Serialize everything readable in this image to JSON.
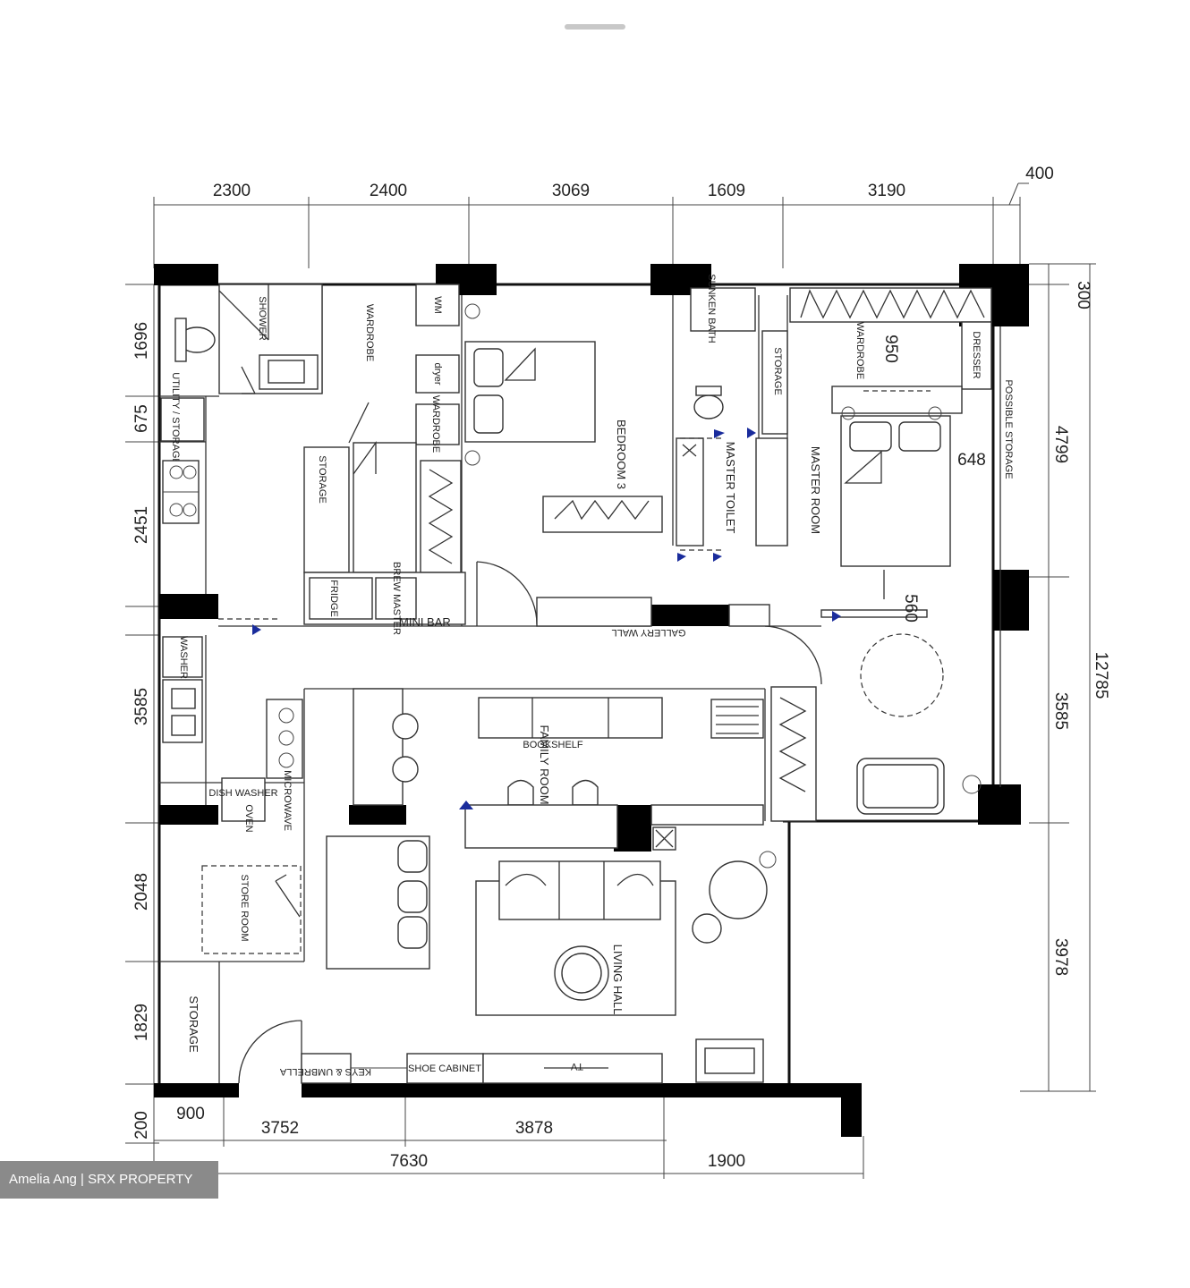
{
  "window": {
    "handle_icon": "drag-handle-icon"
  },
  "dimensions": {
    "top": [
      "2300",
      "2400",
      "3069",
      "1609",
      "3190",
      "400"
    ],
    "left": [
      "1696",
      "675",
      "2451",
      "3585",
      "2048",
      "1829",
      "200"
    ],
    "right": [
      "300",
      "4799",
      "3585",
      "3978",
      "12785"
    ],
    "bottom_row1": [
      "900",
      "3752",
      "3878"
    ],
    "bottom_row2": [
      "7630",
      "1900"
    ],
    "inner": {
      "wardrobe_width": "950",
      "bed_gap": "648",
      "door_gap": "560"
    }
  },
  "rooms": {
    "bedroom3": "BEDROOM 3",
    "master_toilet": "MASTER TOILET",
    "master_room": "MASTER ROOM",
    "living_hall": "LIVING HALL",
    "family_room": "FAMILY ROOM",
    "store_room": "STORE ROOM",
    "storage_west": "STORAGE",
    "mini_bar": "MINI BAR",
    "gallery_wall": "GALLERY WALL"
  },
  "fixtures": {
    "shower": "SHOWER",
    "wardrobe_top": "WARDROBE",
    "wm": "WM",
    "dryer": "dryer",
    "wardrobe_b3": "WARDROBE",
    "storage_cabinet": "STORAGE",
    "fridge": "FRIDGE",
    "brew_master": "BREW MASTER",
    "sunken_bath": "SUNKEN BATH",
    "storage_mt": "STORAGE",
    "wardrobe_mr": "WARDROBE",
    "dresser": "DRESSER",
    "possible_storage": "POSSIBLE STORAGE",
    "utility_storage": "UTILITY / STORAGE",
    "washer": "WASHER",
    "dish_washer": "DISH WASHER",
    "oven": "OVEN",
    "microwave": "MICROWAVE",
    "shoe_cabinet": "SHOE CABINET",
    "keys_umbrella": "KEYS & UMBRELLA",
    "tv": "TV",
    "bookshelf": "BOOKSHELF"
  },
  "watermark": "Amelia Ang | SRX PROPERTY",
  "colors": {
    "wall": "#000000",
    "door_marker": "#1a2c9c",
    "watermark_bg": "#8a8a8a"
  }
}
